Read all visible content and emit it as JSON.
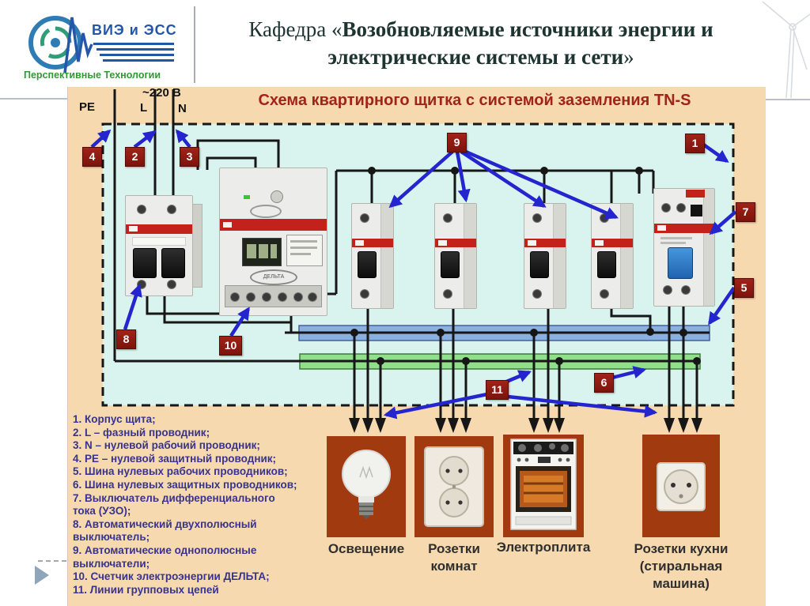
{
  "header": {
    "logo": {
      "brand": "ВИЭ и ЭСС",
      "subtitle": "Перспективные Технологии"
    },
    "title_prefix": "Кафедра «",
    "title_bold": "Возобновляемые источники энергии и электрические системы и сети",
    "title_suffix": "»"
  },
  "diagram": {
    "title": "Схема квартирного щитка с системой заземления TN-S",
    "input_labels": {
      "pe": "PE",
      "voltage": "~220 В",
      "l": "L",
      "n": "N"
    },
    "badges": {
      "b1": "1",
      "b2": "2",
      "b3": "3",
      "b4": "4",
      "b5": "5",
      "b6": "6",
      "b7": "7",
      "b8": "8",
      "b9": "9",
      "b10": "10",
      "b11": "11"
    }
  },
  "loads": {
    "lighting": {
      "l1": "Освещение"
    },
    "rooms": {
      "l1": "Розетки",
      "l2": "комнат"
    },
    "stove": {
      "l1": "Электроплита"
    },
    "kitchen": {
      "l1": "Розетки кухни",
      "l2": "(стиральная",
      "l3": "машина)"
    }
  },
  "legend": {
    "lines": [
      "1. Корпус щита;",
      "2. L – фазный проводник;",
      "3. N – нулевой рабочий проводник;",
      "4. PE – нулевой защитный проводник;",
      "5. Шина нулевых рабочих проводников;",
      "6. Шина нулевых защитных проводников;",
      "7. Выключатель дифференциального",
      "тока (УЗО);",
      "8. Автоматический двухполюсный",
      "выключатель;",
      "9. Автоматические однополюсные",
      "выключатели;",
      "10. Счетчик электроэнергии ДЕЛЬТА;",
      "11. Линии групповых цепей"
    ]
  },
  "colors": {
    "sheet_beige": "#f6d9ae",
    "panel_cyan": "#d9f3ee",
    "badge_red": "#8c1b12",
    "arrow_blue": "#2525cf",
    "bus_n_blue": "#8ab0e0",
    "bus_pe_green": "#8fdf8b",
    "load_box_red": "#a23a0f",
    "diagram_title_red": "#a1231b",
    "legend_text": "#37338f",
    "brand_blue": "#2456a6",
    "brand_green": "#2f9a33"
  }
}
